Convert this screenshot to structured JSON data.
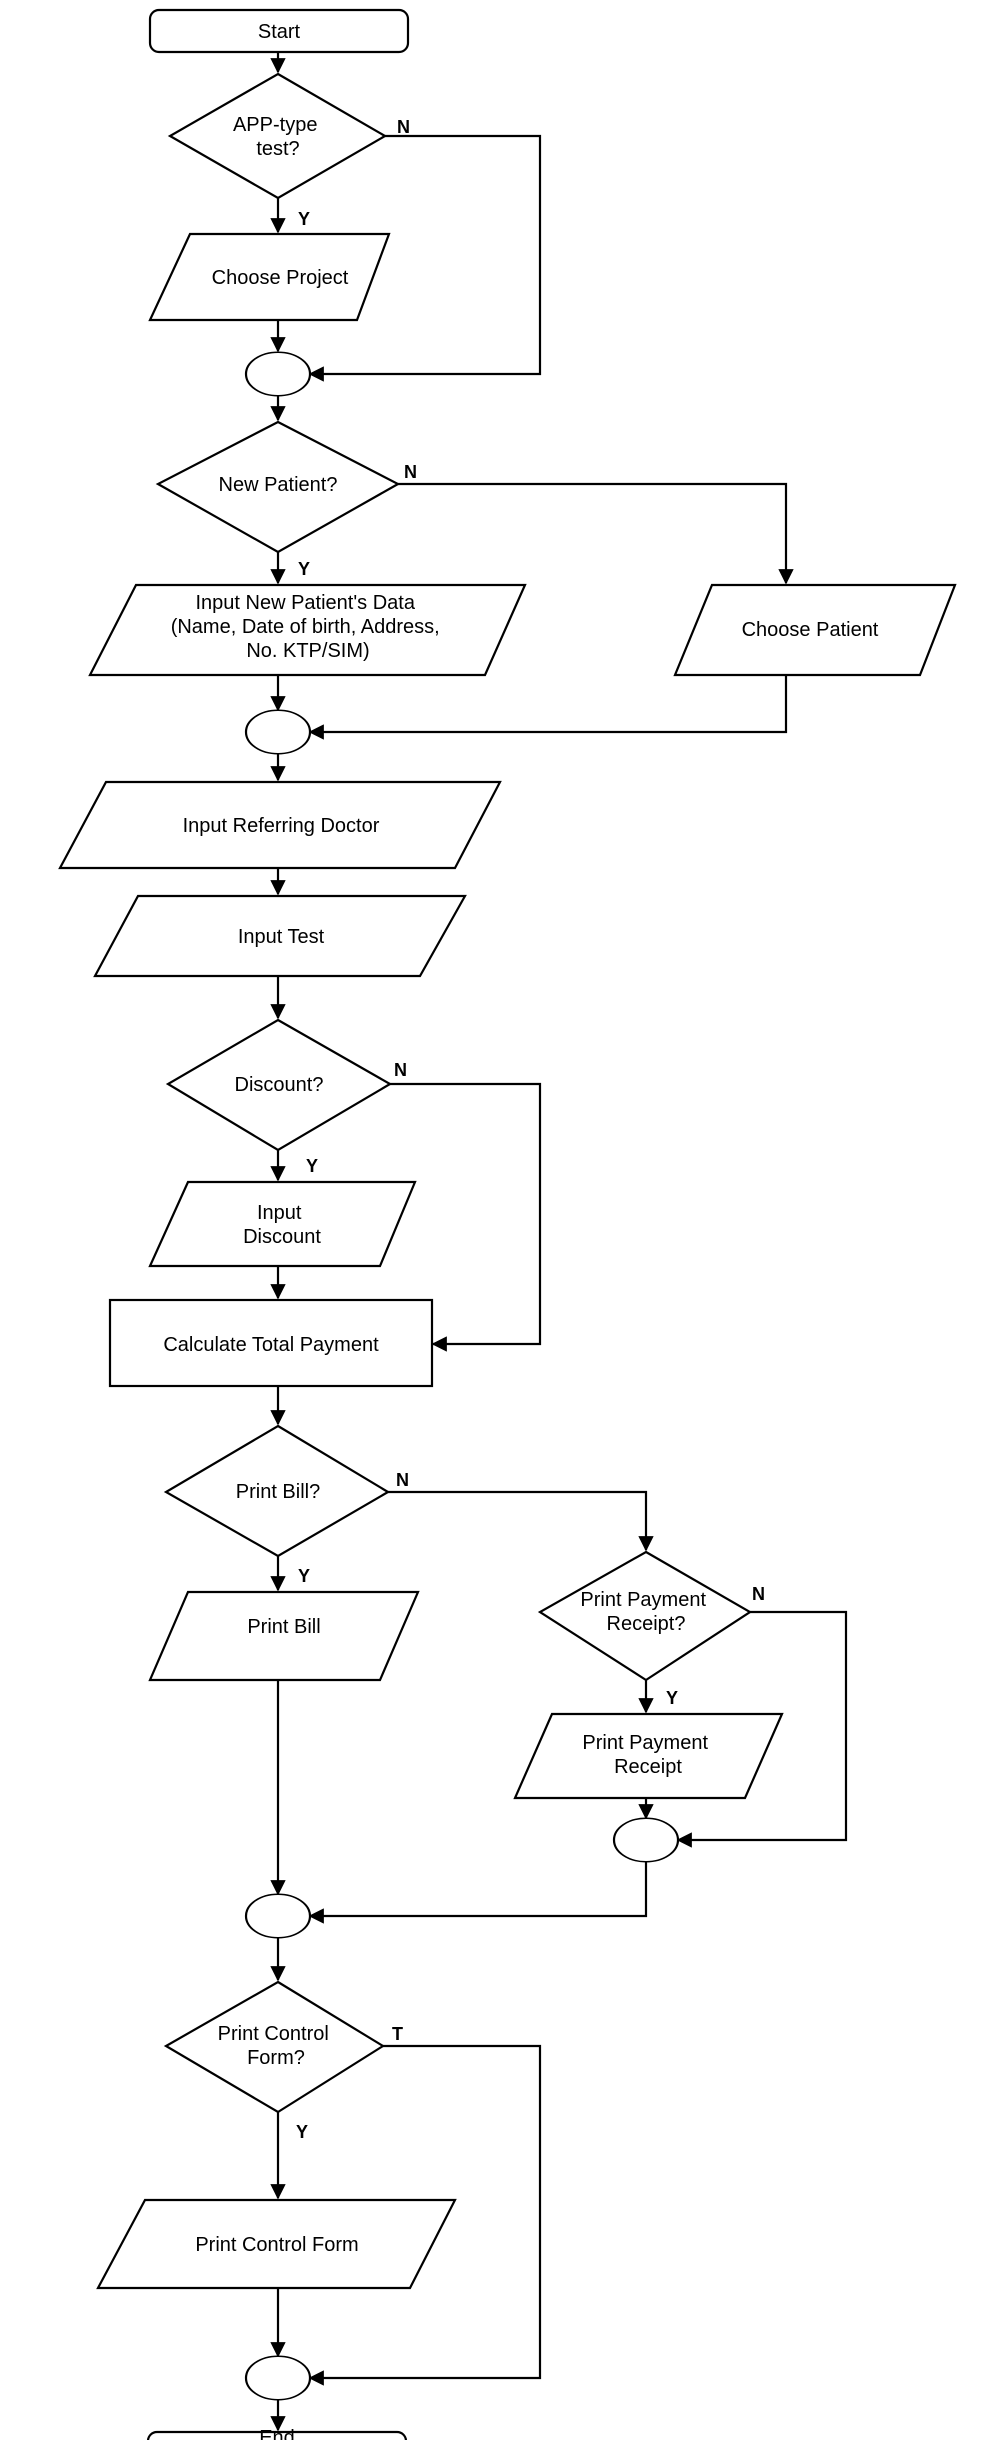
{
  "nodes": {
    "start": "Start",
    "app_type_test": [
      "APP-type",
      "test?"
    ],
    "choose_project": "Choose Project",
    "new_patient": "New Patient?",
    "input_new_patient": [
      "Input New Patient's Data",
      "(Name, Date of birth, Address,",
      "No. KTP/SIM)"
    ],
    "choose_patient": "Choose Patient",
    "input_referring_doctor": "Input Referring Doctor",
    "input_test": "Input Test",
    "discount": "Discount?",
    "input_discount": [
      "Input",
      "Discount"
    ],
    "calculate_total_payment": "Calculate Total Payment",
    "print_bill_q": "Print Bill?",
    "print_bill": "Print Bill",
    "print_payment_receipt_q": [
      "Print Payment",
      "Receipt?"
    ],
    "print_payment_receipt": [
      "Print Payment",
      "Receipt"
    ],
    "print_control_form_q": [
      "Print Control",
      "Form?"
    ],
    "print_control_form": "Print Control Form",
    "end": "End"
  },
  "edge_labels": {
    "app_type_yes": "Y",
    "app_type_no": "N",
    "new_patient_yes": "Y",
    "new_patient_no": "N",
    "discount_yes": "Y",
    "discount_no": "N",
    "print_bill_yes": "Y",
    "print_bill_no": "N",
    "print_receipt_yes": "Y",
    "print_receipt_no": "N",
    "control_form_yes": "Y",
    "control_form_no": "T"
  }
}
